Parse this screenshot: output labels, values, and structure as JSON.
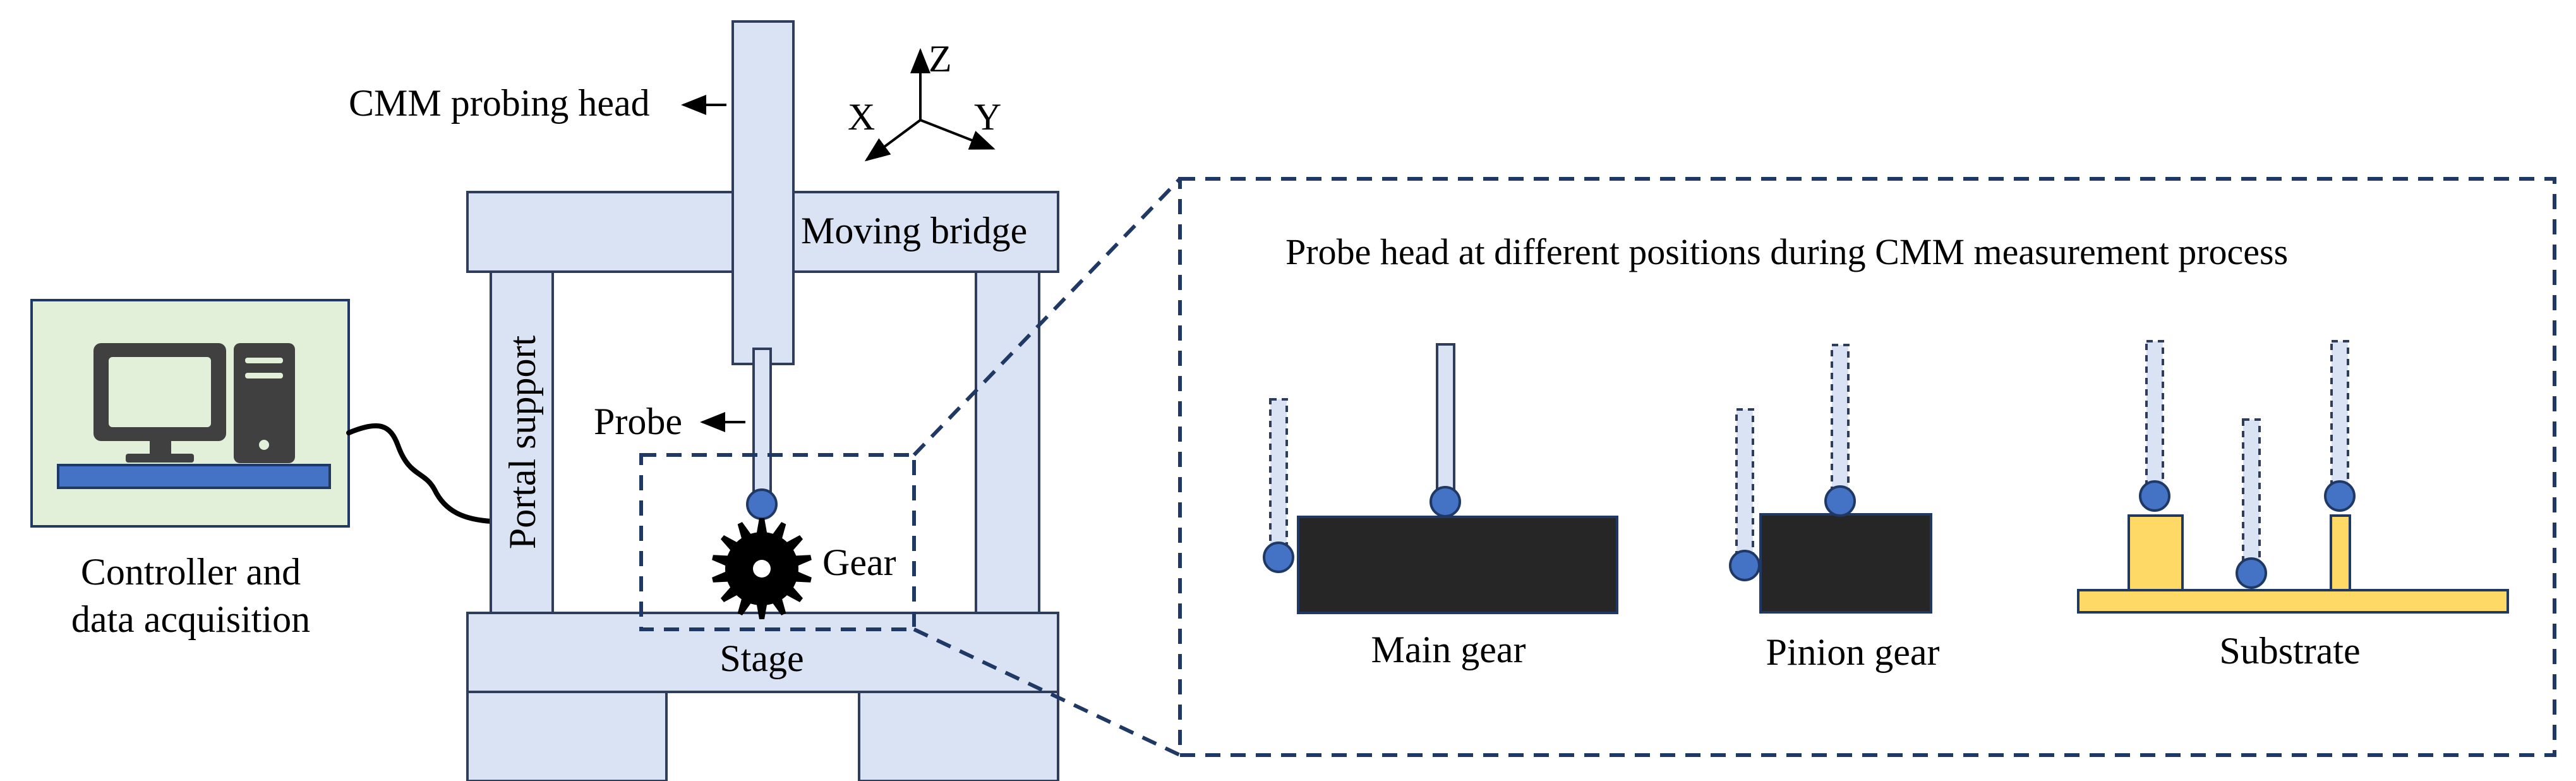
{
  "labels": {
    "probing_head": "CMM probing head",
    "moving_bridge": "Moving bridge",
    "portal_support": "Portal support",
    "probe": "Probe",
    "gear": "Gear",
    "stage": "Stage",
    "controller_line1": "Controller and",
    "controller_line2": "data acquisition",
    "axis_z": "Z",
    "axis_x": "X",
    "axis_y": "Y"
  },
  "detail": {
    "title": "Probe head at different positions during CMM measurement process",
    "main_gear": "Main gear",
    "pinion_gear": "Pinion gear",
    "substrate": "Substrate"
  },
  "colors": {
    "frame_fill": "#dae3f3",
    "frame_stroke": "#2f3d5a",
    "controller_bg": "#e2f0d9",
    "desk_blue": "#4472c4",
    "computer_dark": "#404040",
    "probe_tip": "#4472c4",
    "part_black": "#262626",
    "substrate_yellow": "#ffd966",
    "dash_navy": "#203864"
  }
}
